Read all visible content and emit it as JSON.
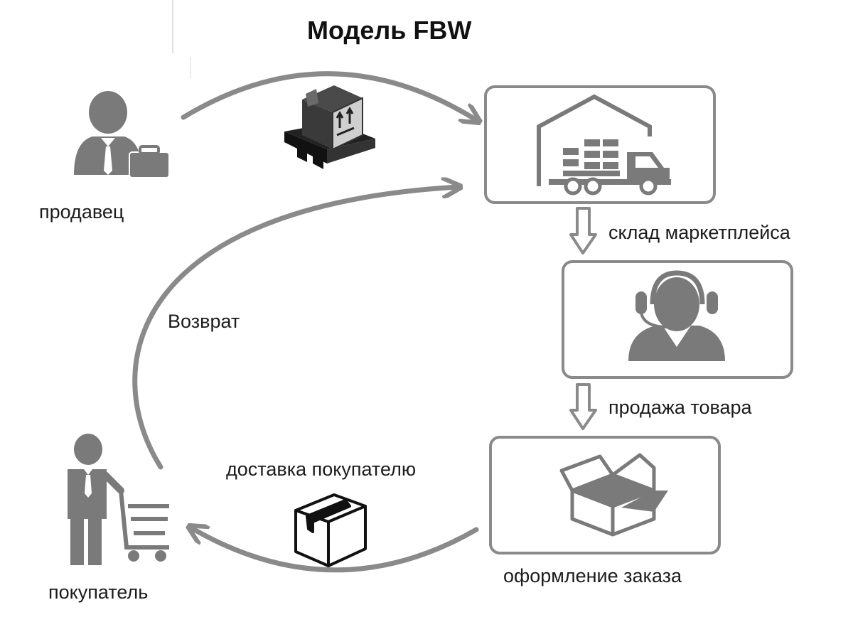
{
  "title": "Модель FBW",
  "actors": {
    "seller": {
      "label": "продавец"
    },
    "buyer": {
      "label": "покупатель"
    }
  },
  "stages": [
    {
      "id": "warehouse",
      "label": "склад маркетплейса",
      "icon": "warehouse-truck-icon"
    },
    {
      "id": "sale",
      "label": "продажа товара",
      "icon": "operator-headset-icon"
    },
    {
      "id": "order",
      "label": "оформление заказа",
      "icon": "open-box-icon"
    }
  ],
  "flows": {
    "delivery": {
      "label": "доставка покупателю"
    },
    "return": {
      "label": "Возврат"
    }
  },
  "colors": {
    "icon": "#7a7a7a",
    "line": "#8a8a8a",
    "text": "#1c1c1c"
  }
}
